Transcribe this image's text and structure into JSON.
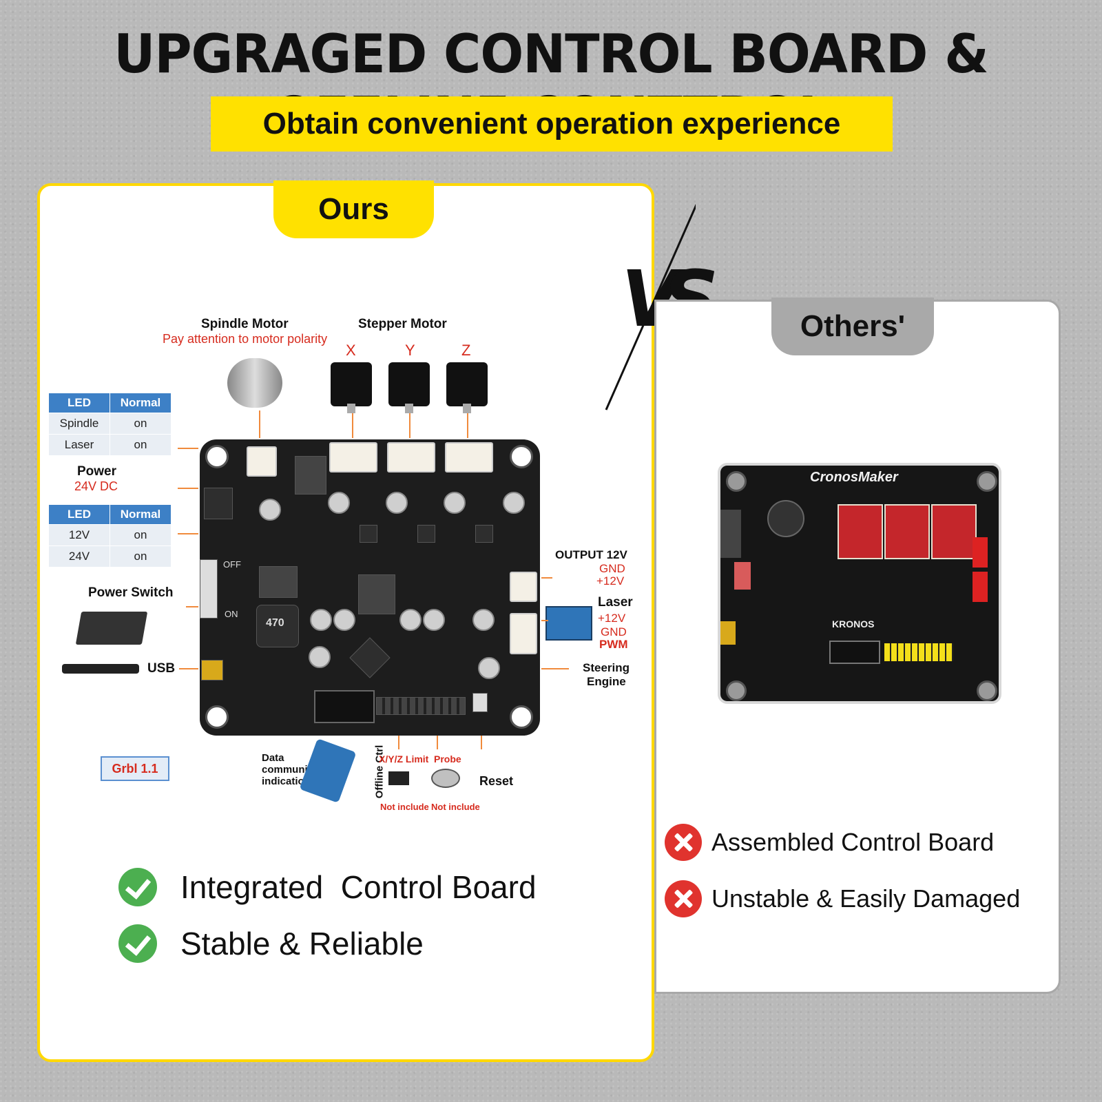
{
  "header": {
    "title": "UPGRAGED CONTROL BOARD & OFFLINE CONTTROL",
    "subtitle": "Obtain convenient operation experience"
  },
  "vs": "VS",
  "ours": {
    "tab_label": "Ours",
    "diagram": {
      "spindle_motor": "Spindle Motor",
      "polarity_note": "Pay attention to motor polarity",
      "stepper_motor": "Stepper Motor",
      "axes": [
        "X",
        "Y",
        "Z"
      ],
      "led_table_1": {
        "headers": [
          "LED",
          "Normal"
        ],
        "rows": [
          [
            "Spindle",
            "on"
          ],
          [
            "Laser",
            "on"
          ]
        ]
      },
      "power": "Power",
      "power_value": "24V DC",
      "led_table_2": {
        "headers": [
          "LED",
          "Normal"
        ],
        "rows": [
          [
            "12V",
            "on"
          ],
          [
            "24V",
            "on"
          ]
        ]
      },
      "power_switch": "Power Switch",
      "usb": "USB",
      "grbl": "Grbl 1.1",
      "output": "OUTPUT 12V",
      "output_gnd": "GND",
      "output_12v": "+12V",
      "laser": "Laser",
      "laser_12v": "+12V",
      "laser_gnd": "GND",
      "laser_pwm": "PWM",
      "steering": "Steering",
      "engine": "Engine",
      "data_comm": "Data communication indication",
      "offline_ctrl": "Offline Ctrl",
      "xyz_limit": "X/Y/Z Limit",
      "probe": "Probe",
      "reset": "Reset",
      "not_include_1": "Not include",
      "not_include_2": "Not include",
      "board_silk_off": "OFF",
      "board_silk_on": "ON",
      "board_cap": "470"
    },
    "features": [
      "Integrated  Control Board",
      "Stable & Reliable"
    ]
  },
  "others": {
    "tab_label": "Others'",
    "board_logo": "CronosMaker",
    "board_brand": "KRONOS",
    "features": [
      "Assembled Control Board",
      "Unstable & Easily Damaged"
    ]
  },
  "colors": {
    "accent_yellow": "#ffe100",
    "check_green": "#4caf50",
    "cross_red": "#e0332e",
    "table_blue": "#3d80c6"
  }
}
